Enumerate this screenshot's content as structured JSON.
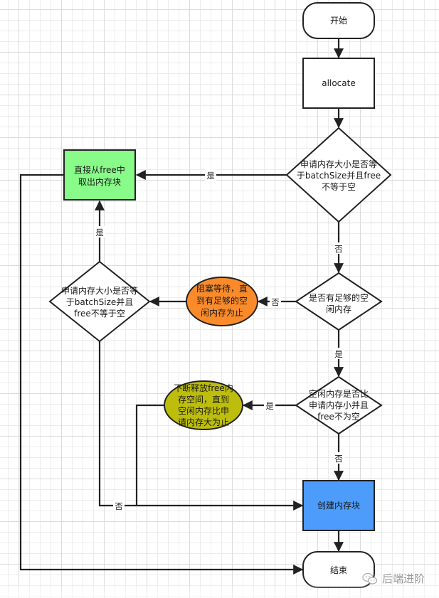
{
  "colors": {
    "stroke": "#222222",
    "green_box": "#88fb88",
    "orange_ellipse": "#fb8b2a",
    "yellow_ellipse": "#bdbd0c",
    "blue_box": "#4d9cfb",
    "default_fill": "#ffffff"
  },
  "nodes": {
    "start": {
      "shape": "terminator",
      "label": "开始"
    },
    "allocate": {
      "shape": "process",
      "label": "allocate"
    },
    "check_batch_size": {
      "shape": "decision",
      "lines": [
        "申请内存大小是否等",
        "于batchSize并且free",
        "不等于空"
      ]
    },
    "take_from_free": {
      "shape": "process",
      "lines": [
        "直接从free中",
        "取出内存块"
      ]
    },
    "enough_free_memory": {
      "shape": "decision",
      "lines": [
        "是否有足够的空",
        "闲内存"
      ]
    },
    "block_wait": {
      "shape": "ellipse",
      "lines": [
        "阻塞等待，直",
        "到有足够的空",
        "闲内存为止"
      ]
    },
    "recheck_batch_size": {
      "shape": "decision",
      "lines": [
        "申请内存大小是否等",
        "于batchSize并且",
        "free不等于空"
      ]
    },
    "free_smaller_check": {
      "shape": "decision",
      "lines": [
        "空闲内存是否比",
        "申请内存小并且",
        "free不为空"
      ]
    },
    "release_free": {
      "shape": "ellipse",
      "lines": [
        "不断释放free内",
        "存空间，直到",
        "空闲内存比申",
        "请内存大为止"
      ]
    },
    "create_block": {
      "shape": "process",
      "label": "创建内存块"
    },
    "end": {
      "shape": "terminator",
      "label": "结束"
    }
  },
  "edges": [
    {
      "from": "start",
      "to": "allocate",
      "label": ""
    },
    {
      "from": "allocate",
      "to": "check_batch_size",
      "label": ""
    },
    {
      "from": "check_batch_size",
      "to": "take_from_free",
      "label": "是"
    },
    {
      "from": "check_batch_size",
      "to": "enough_free_memory",
      "label": "否"
    },
    {
      "from": "enough_free_memory",
      "to": "block_wait",
      "label": "否"
    },
    {
      "from": "block_wait",
      "to": "recheck_batch_size",
      "label": ""
    },
    {
      "from": "recheck_batch_size",
      "to": "take_from_free",
      "label": "是"
    },
    {
      "from": "recheck_batch_size",
      "to": "create_block",
      "label": "否"
    },
    {
      "from": "enough_free_memory",
      "to": "free_smaller_check",
      "label": "是"
    },
    {
      "from": "free_smaller_check",
      "to": "release_free",
      "label": "是"
    },
    {
      "from": "free_smaller_check",
      "to": "create_block",
      "label": "否"
    },
    {
      "from": "release_free",
      "to": "create_block",
      "label": ""
    },
    {
      "from": "create_block",
      "to": "end",
      "label": ""
    },
    {
      "from": "take_from_free",
      "to": "end",
      "label": ""
    }
  ],
  "edge_labels": {
    "yes": "是",
    "no": "否"
  },
  "watermark": {
    "icon": "wechat-icon",
    "text": "后端进阶"
  }
}
